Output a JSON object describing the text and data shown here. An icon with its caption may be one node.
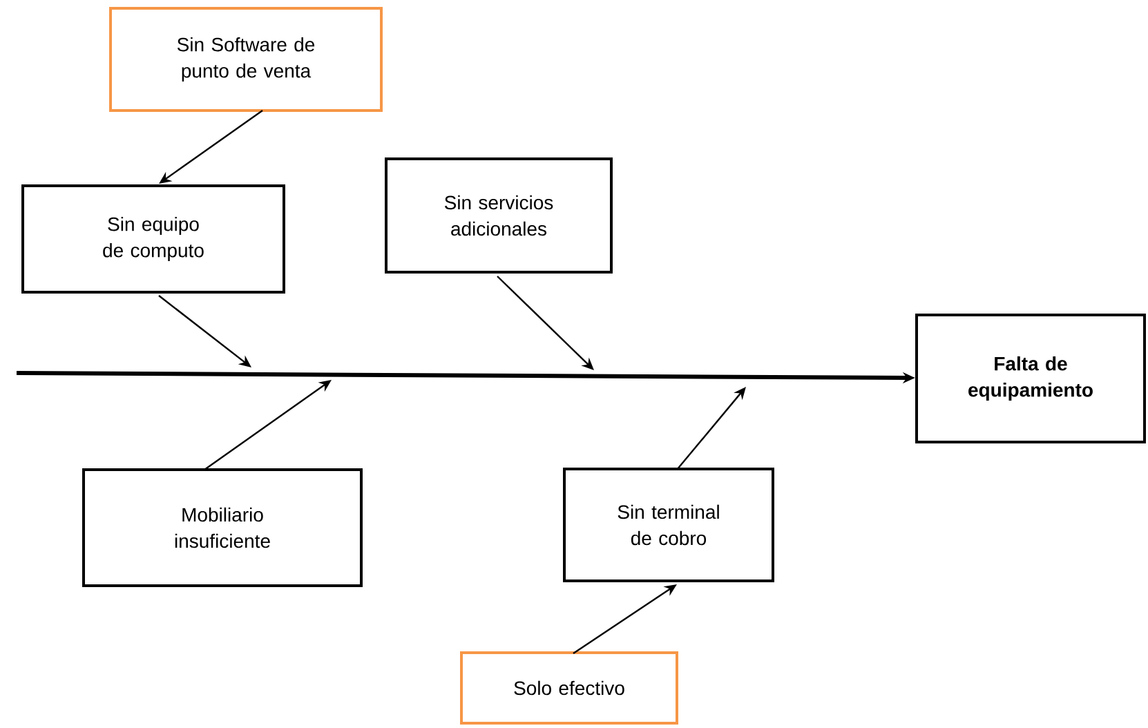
{
  "diagram": {
    "nodes": [
      {
        "text": [
          "Sin Software de punto de venta"
        ]
      },
      {
        "text": [
          "Sin equipo de computo"
        ]
      },
      {
        "text": [
          "Sin servicios adicionales"
        ]
      },
      {
        "text": [
          "Falta de equipamiento"
        ]
      },
      {
        "text": [
          "Mobiliario insuficiente"
        ]
      },
      {
        "text": [
          "Sin terminal de cobro"
        ]
      },
      {
        "text": [
          "Solo efectivo"
        ]
      }
    ],
    "edges": [
      {
        "from": null,
        "to": 3,
        "arrow": "to",
        "style": "thick"
      },
      {
        "from": 0,
        "to": 1,
        "arrow": "to"
      },
      {
        "from": 1,
        "to": null,
        "arrow": "to"
      },
      {
        "from": 2,
        "to": null,
        "arrow": "to"
      },
      {
        "from": 4,
        "to": null,
        "arrow": "to"
      },
      {
        "from": 5,
        "to": null,
        "arrow": "to"
      },
      {
        "from": 6,
        "to": 5,
        "arrow": "to"
      }
    ]
  }
}
